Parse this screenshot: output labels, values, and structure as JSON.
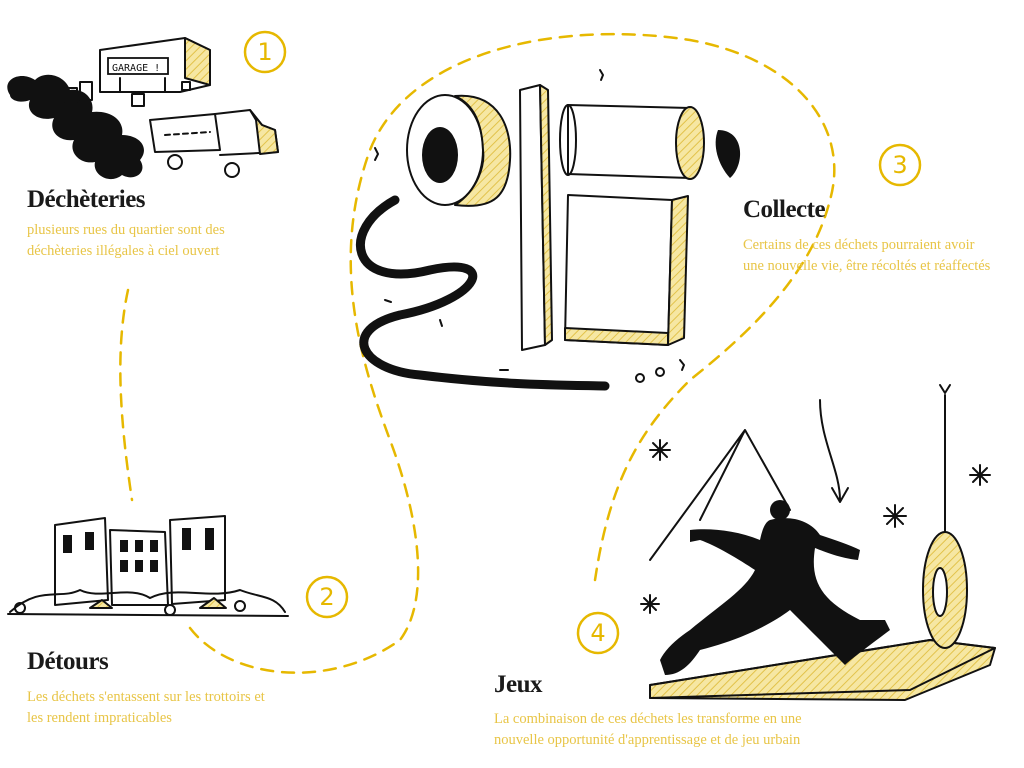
{
  "colors": {
    "accent_yellow": "#e8c547",
    "ink": "#111111",
    "background": "#ffffff"
  },
  "steps": [
    {
      "number": "1",
      "title": "Déchèteries",
      "description_lines": [
        "plusieurs rues du quartier sont des",
        "déchèteries illégales à ciel ouvert"
      ]
    },
    {
      "number": "2",
      "title": "Détours",
      "description_lines": [
        "Les déchets s'entassent sur les trottoirs et",
        "les rendent impraticables"
      ]
    },
    {
      "number": "3",
      "title": "Collecte",
      "description_lines": [
        "Certains de ces déchets pourraient avoir",
        "une nouvelle vie, être récoltés et réaffectés"
      ]
    },
    {
      "number": "4",
      "title": "Jeux",
      "description_lines": [
        "La combinaison de ces déchets les transforme en  une",
        "nouvelle opportunité d'apprentissage et de jeu urbain"
      ]
    }
  ],
  "illustrations": {
    "garage_sign": "GARAGE !"
  }
}
